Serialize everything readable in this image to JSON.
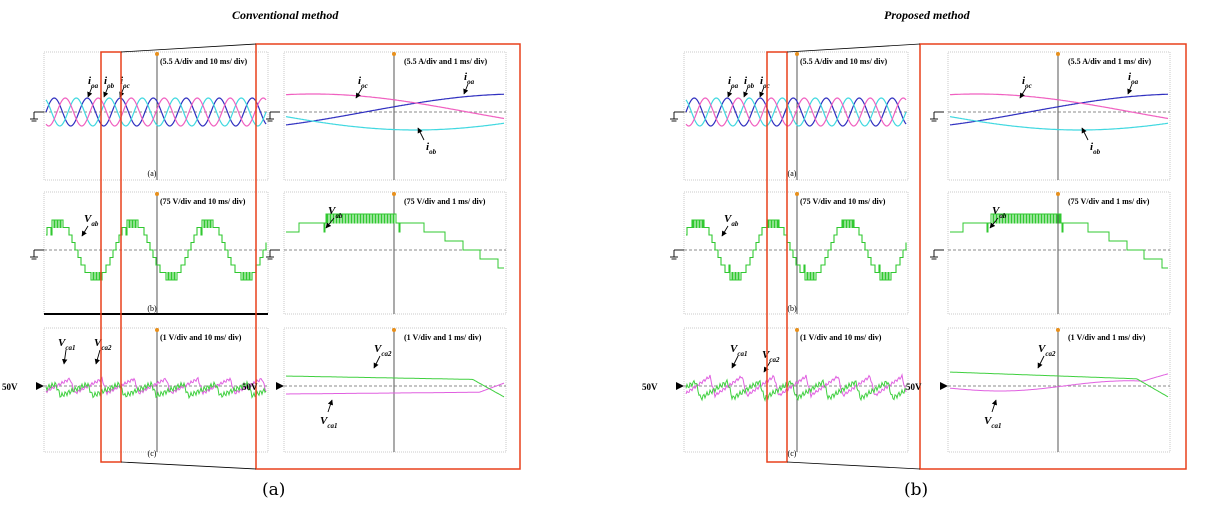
{
  "titles": {
    "left": "Conventional method",
    "right": "Proposed method"
  },
  "captions": {
    "left": "(a)",
    "right": "(b)"
  },
  "scales": {
    "cur_wide": "(5.5 A/div and 10 ms/ div)",
    "cur_zoom": "(5.5 A/div and 1 ms/ div)",
    "volt_wide": "(75 V/div and 10 ms/ div)",
    "volt_zoom": "(75 V/div and 1 ms/ div)",
    "cap_wide": "(1 V/div and 10 ms/ div)",
    "cap_zoom": "(1 V/div and 1 ms/ div)"
  },
  "panel_labels": {
    "a": "(a)",
    "b": "(b)",
    "c": "(c)"
  },
  "signals": {
    "ioa": "i",
    "ioa_sub": "oa",
    "iob": "i",
    "iob_sub": "ob",
    "ioc": "i",
    "ioc_sub": "oc",
    "vab": "V",
    "vab_sub": "ab",
    "vca1": "V",
    "vca1_sub": "ca1",
    "vca2": "V",
    "vca2_sub": "ca2",
    "offset": "50V"
  },
  "colors": {
    "phase_a": "#3030c0",
    "phase_b": "#40d8e0",
    "phase_c": "#f060c0",
    "voltage": "#30c830",
    "vca1": "#e060e0",
    "vca2": "#40d040",
    "highlight": "#e8401c"
  }
}
